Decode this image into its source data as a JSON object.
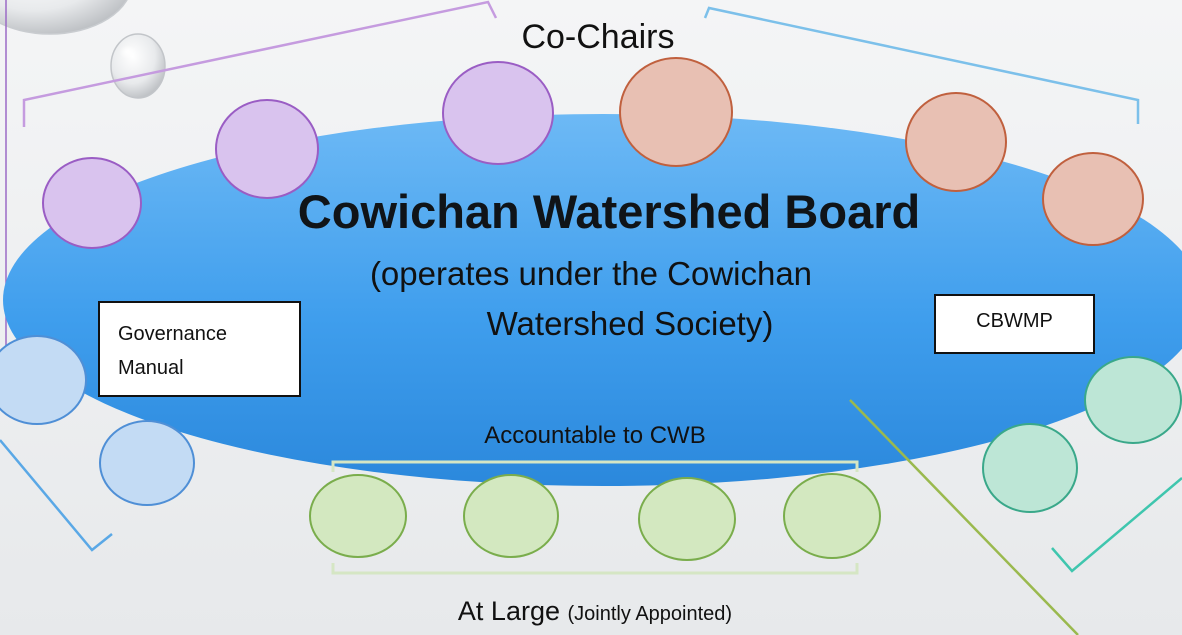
{
  "diagram": {
    "co_chairs_label": "Co-Chairs",
    "title": "Cowichan Watershed Board",
    "subtitle_line1": "(operates under the Cowichan",
    "subtitle_line2": "Watershed Society)",
    "governance_box": {
      "line1": "Governance",
      "line2": "Manual"
    },
    "cbwmp_box": "CBWMP",
    "accountable_label": "Accountable to CWB",
    "at_large_label": "At Large",
    "at_large_note": "(Jointly Appointed)"
  },
  "colors": {
    "board_ellipse": "#3d9ded",
    "purple_seat": "#d9c3ee",
    "purple_stroke": "#9a5dc4",
    "salmon_seat": "#e8c0b3",
    "salmon_stroke": "#c0603e",
    "blue_seat": "#c3dbf4",
    "blue_stroke": "#4f8fd6",
    "teal_seat": "#bde6d6",
    "teal_stroke": "#3aa88a",
    "green_seat": "#d3e8c0",
    "green_stroke": "#7aad4c"
  }
}
